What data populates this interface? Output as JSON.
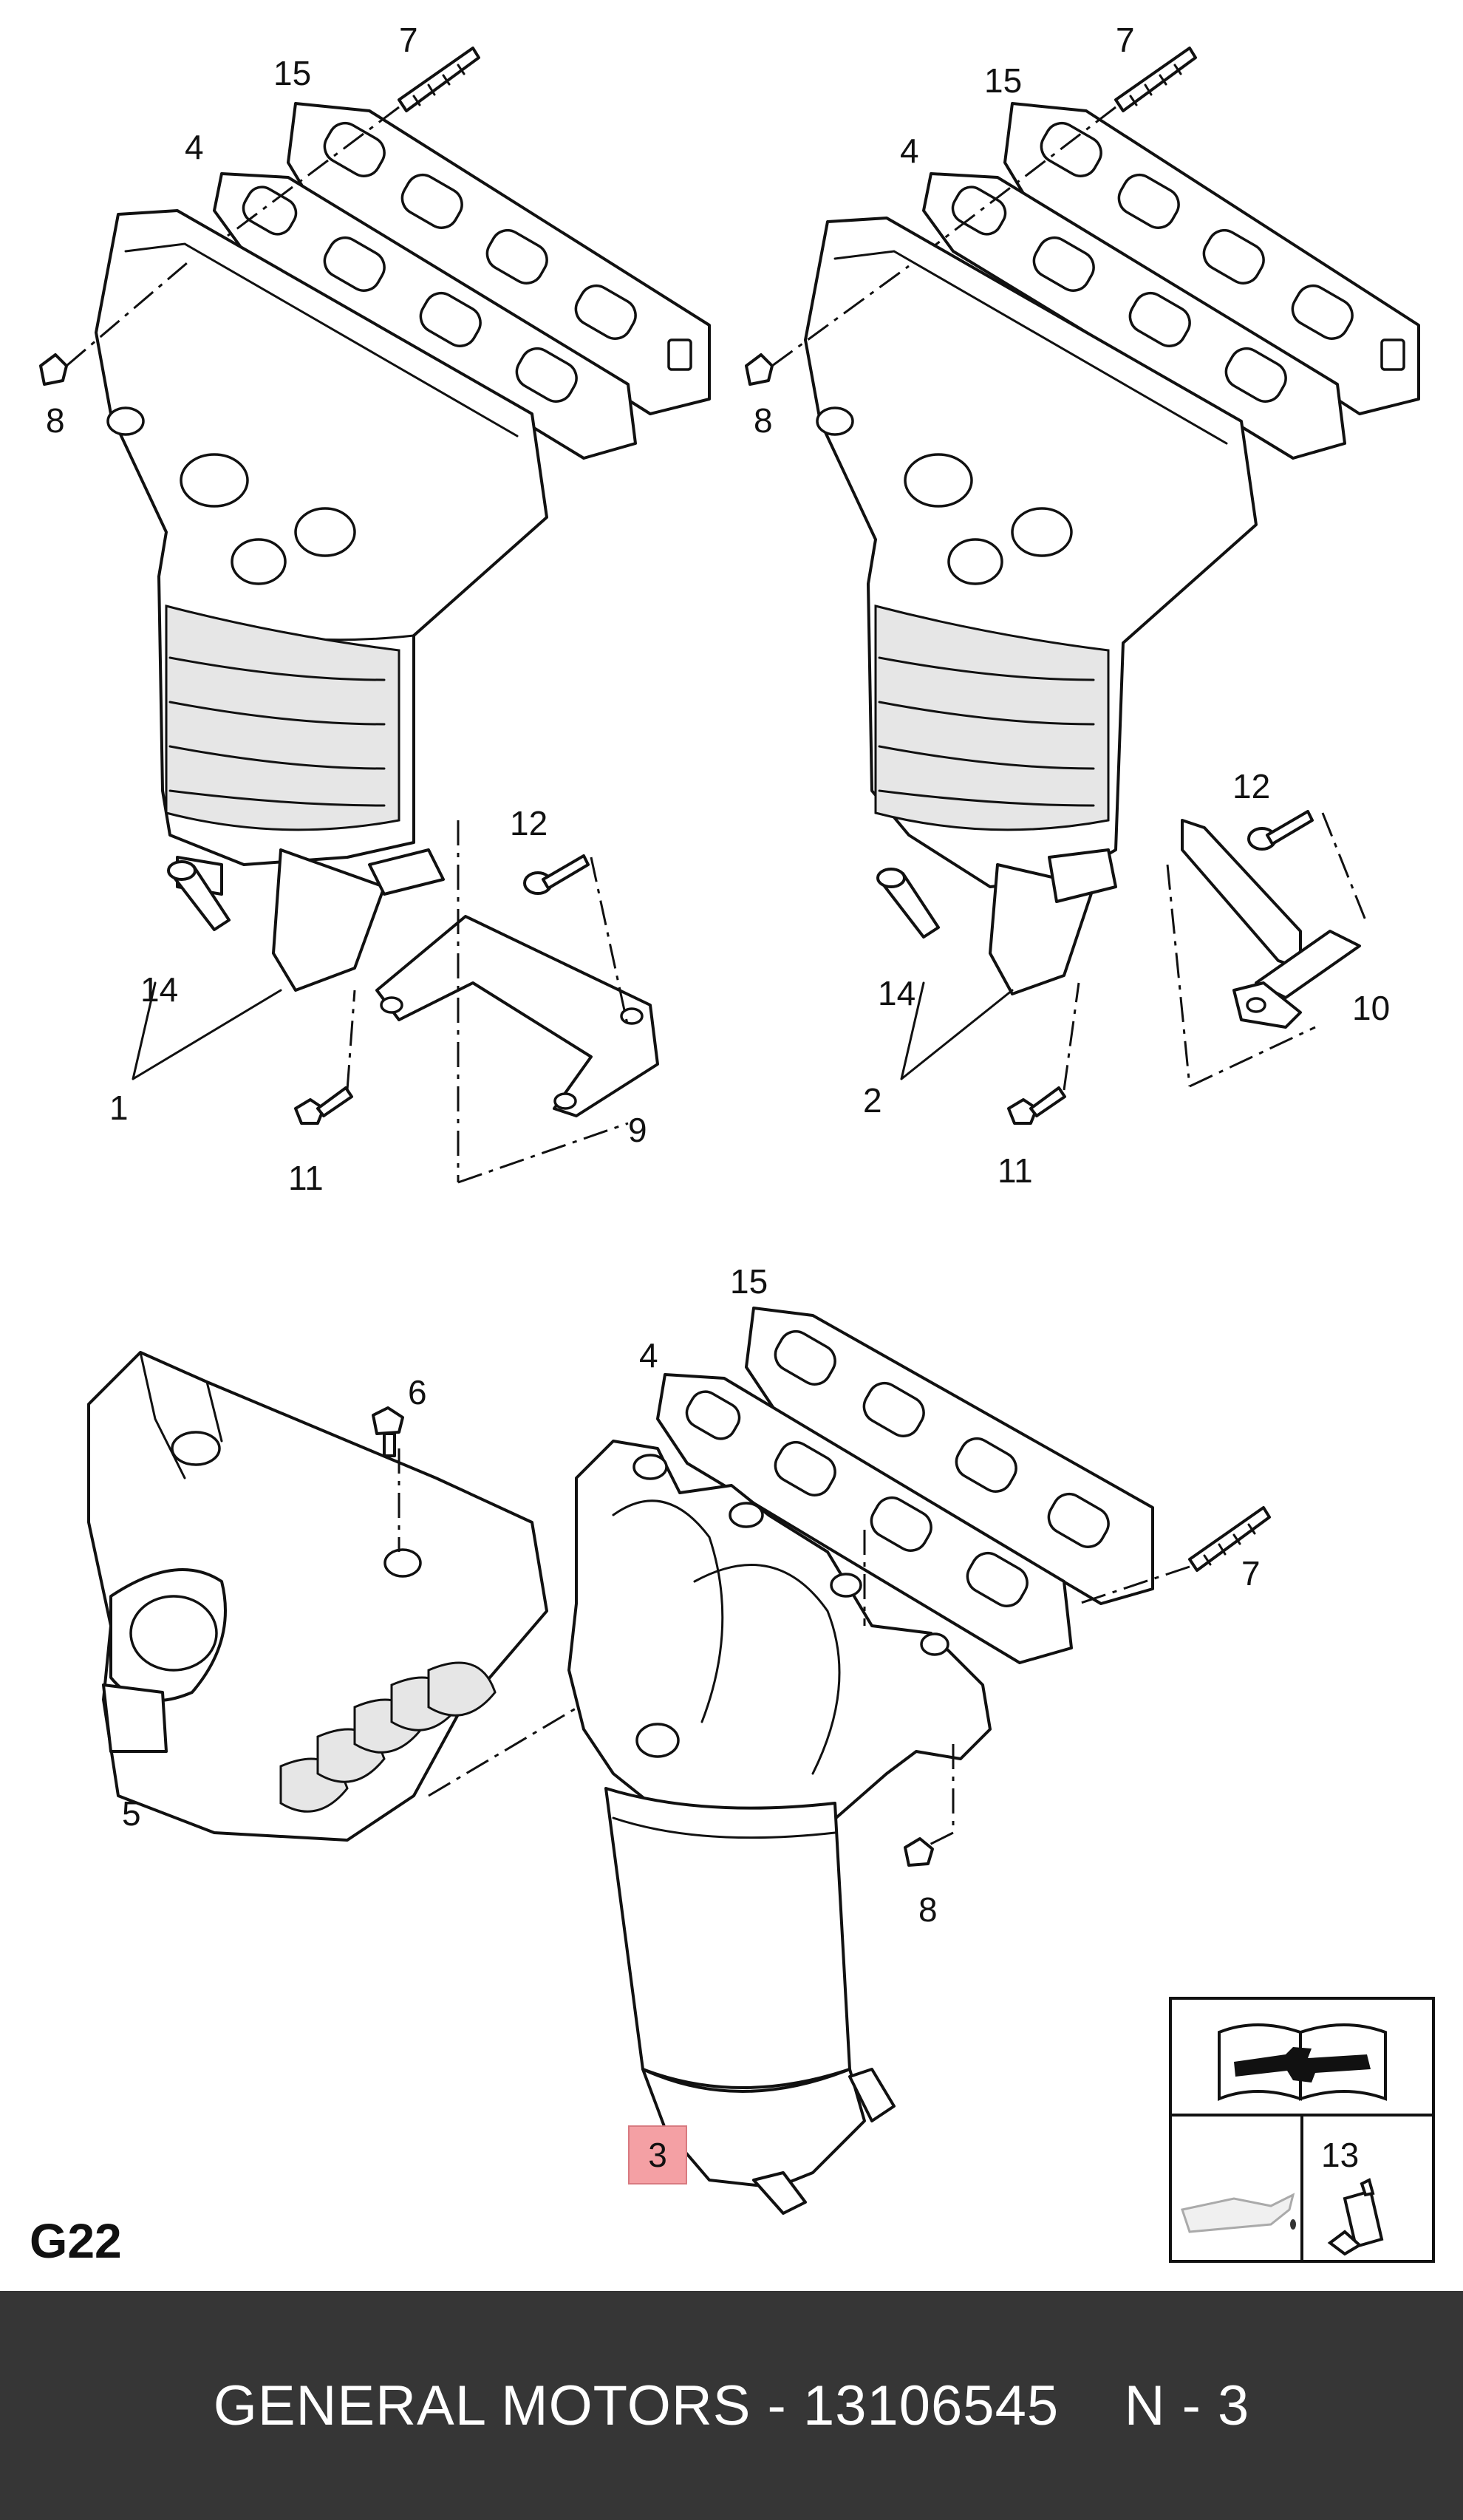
{
  "diagram": {
    "labels": {
      "tl_7": "7",
      "tl_15": "15",
      "tl_4": "4",
      "tl_8": "8",
      "tl_12": "12",
      "tl_14": "14",
      "tl_1": "1",
      "tl_11": "11",
      "tl_9": "9",
      "tr_7": "7",
      "tr_15": "15",
      "tr_4": "4",
      "tr_8": "8",
      "tr_12": "12",
      "tr_14": "14",
      "tr_2": "2",
      "tr_11": "11",
      "tr_10": "10",
      "b_15": "15",
      "b_4": "4",
      "b_6": "6",
      "b_7": "7",
      "b_5": "5",
      "b_8": "8",
      "b_3": "3",
      "legend_13": "13"
    },
    "code": "G22"
  },
  "footer": {
    "text": "GENERAL MOTORS - 13106545    N - 3"
  },
  "colors": {
    "footer_bg": "#363636",
    "highlight": "#f4a0a4"
  }
}
